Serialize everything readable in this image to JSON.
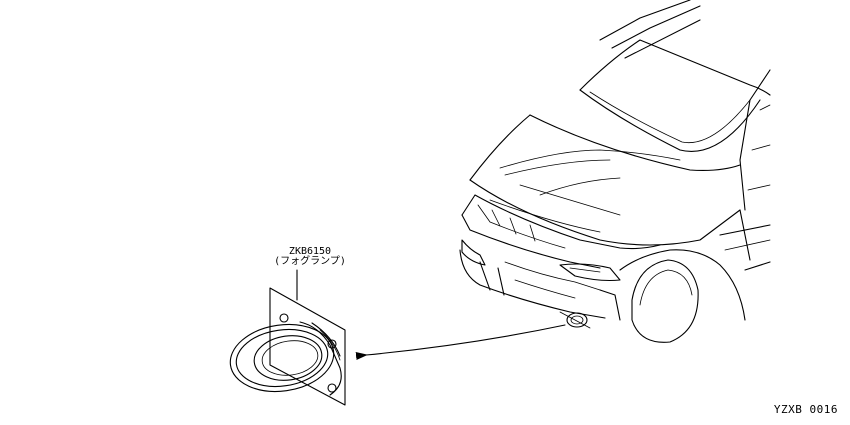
{
  "callout": {
    "part_number": "ZKB6150",
    "part_name": "(フォグランプ)"
  },
  "figure_code": "YZXB 0016",
  "colors": {
    "line": "#000000",
    "background": "#ffffff"
  }
}
